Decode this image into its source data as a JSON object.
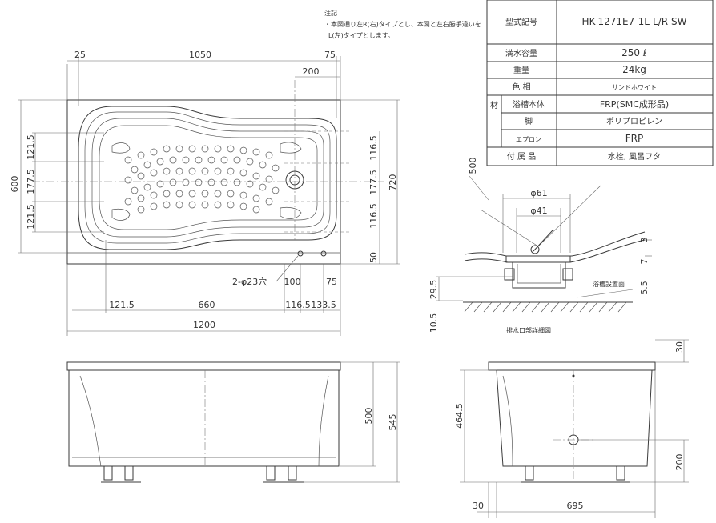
{
  "notes": {
    "heading": "注記",
    "line1": "・本図通り左R(右)タイプとし、本図と左右勝手違いを",
    "line2": "L(左)タイプとします。"
  },
  "spec_table": {
    "rows": [
      {
        "label": "型式記号",
        "value": "HK-1271E7-1L-L/R-SW"
      },
      {
        "label": "満水容量",
        "value": "250 ℓ"
      },
      {
        "label": "重量",
        "value": "24kg"
      },
      {
        "label": "色 相",
        "value": "サンドホワイト"
      },
      {
        "label": "浴槽本体",
        "value": "FRP(SMC成形品)"
      },
      {
        "label": "脚",
        "value": "ポリプロピレン"
      },
      {
        "label": "エプロン",
        "value": "FRP"
      },
      {
        "label": "付 属 品",
        "value": "水栓, 風呂フタ"
      }
    ],
    "group_label": "材"
  },
  "plan_view": {
    "dims": {
      "top_left": "25",
      "top_width": "1050",
      "top_right": "75",
      "top_200": "200",
      "left_height": "600",
      "right_height": "720",
      "l_1215_a": "121.5",
      "l_1775": "177.5",
      "l_1215_b": "121.5",
      "r_1165_a": "116.5",
      "r_1775": "177.5",
      "r_1165_b": "116.5",
      "r_50": "50",
      "holes_label": "2-φ23穴",
      "h_100": "100",
      "h_75": "75",
      "b_1215": "121.5",
      "b_660": "660",
      "b_1165": "116.5",
      "b_1335": "133.5",
      "total_width": "1200"
    }
  },
  "detail_view": {
    "d_500": "500",
    "phi61": "φ61",
    "phi41": "φ41",
    "d_3": "3",
    "d_7": "7",
    "d_295": "29.5",
    "d_55": "5.5",
    "d_105": "10.5",
    "floor_label": "浴槽設置面",
    "caption": "排水口部詳細図"
  },
  "front_view": {
    "d_500": "500",
    "d_545": "545"
  },
  "side_view": {
    "d_30_top": "30",
    "d_4645": "464.5",
    "d_200": "200",
    "d_30_left": "30",
    "d_695": "695"
  }
}
